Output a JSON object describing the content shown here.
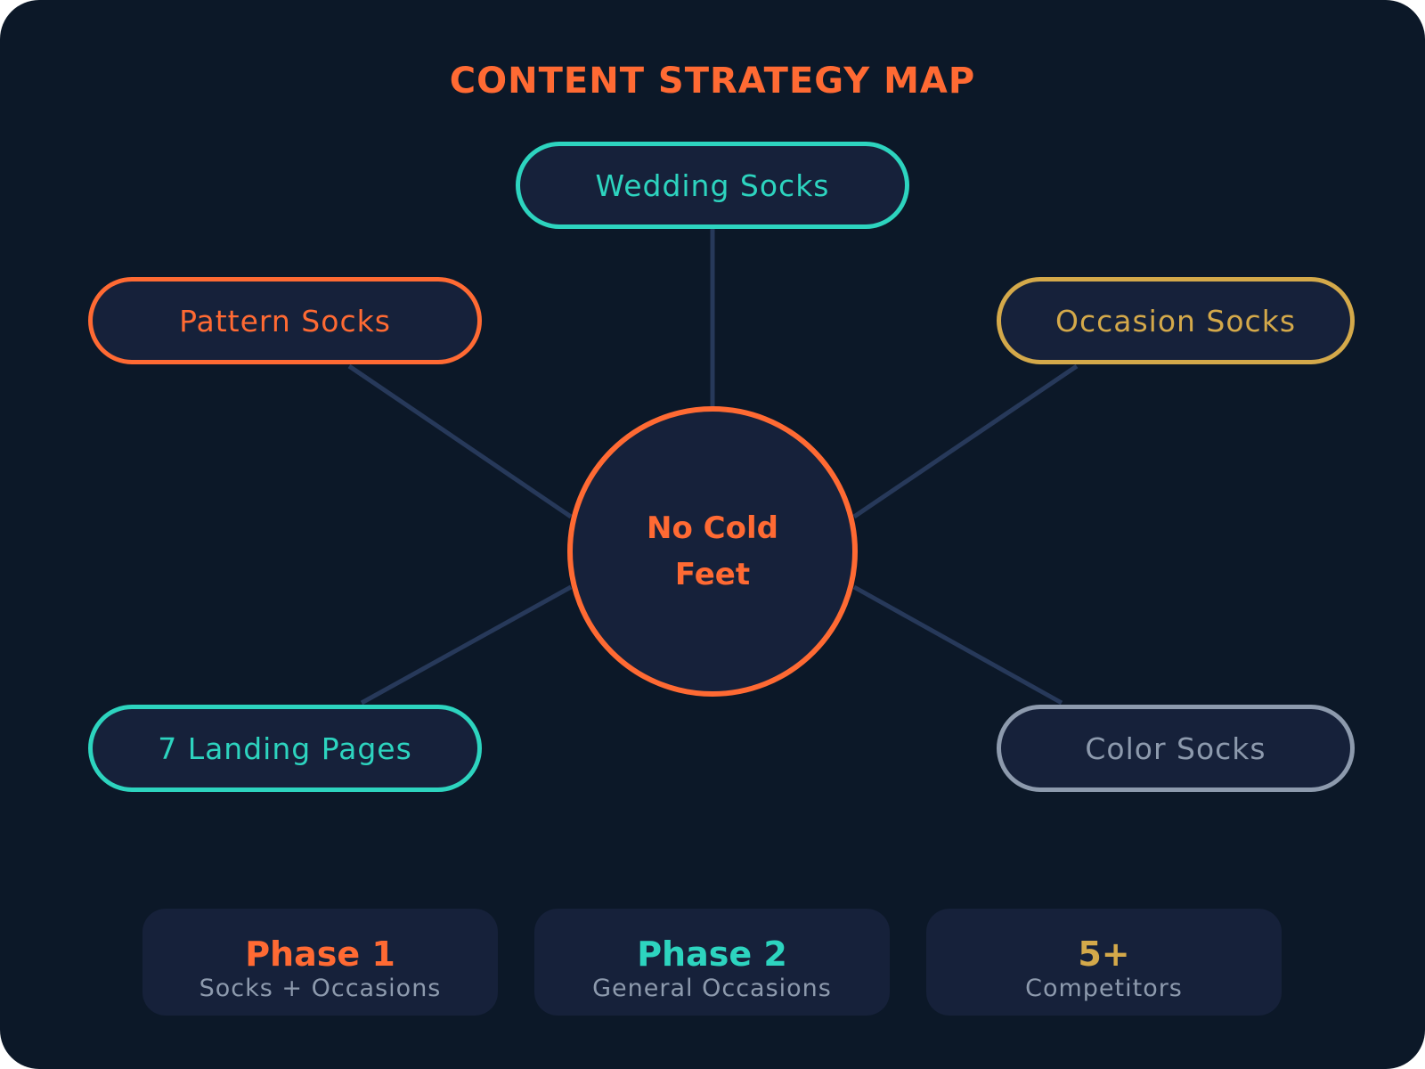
{
  "title": "CONTENT STRATEGY MAP",
  "hub": {
    "label": "No Cold Feet",
    "color": "#ff6a33"
  },
  "nodes": [
    {
      "id": "wedding",
      "label": "Wedding Socks",
      "color": "#2dd4bf"
    },
    {
      "id": "pattern",
      "label": "Pattern Socks",
      "color": "#ff6a33"
    },
    {
      "id": "occasion",
      "label": "Occasion Socks",
      "color": "#d4a94a"
    },
    {
      "id": "landing",
      "label": "7 Landing Pages",
      "color": "#2dd4bf"
    },
    {
      "id": "color",
      "label": "Color Socks",
      "color": "#8d9aad"
    }
  ],
  "stats": [
    {
      "value": "Phase 1",
      "label": "Socks + Occasions",
      "color": "#ff6a33"
    },
    {
      "value": "Phase 2",
      "label": "General Occasions",
      "color": "#2dd4bf"
    },
    {
      "value": "5+",
      "label": "Competitors",
      "color": "#d4a94a"
    }
  ]
}
